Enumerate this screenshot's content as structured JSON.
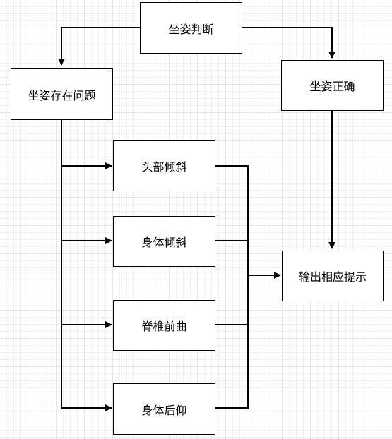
{
  "diagram": {
    "nodes": {
      "root": "坐姿判断",
      "problem": "坐姿存在问题",
      "correct": "坐姿正确",
      "head_tilt": "头部倾斜",
      "body_tilt": "身体倾斜",
      "spine_flexion": "脊椎前曲",
      "body_lean_back": "身体后仰",
      "output": "输出相应提示"
    },
    "edges": [
      {
        "from": "root",
        "to": "problem"
      },
      {
        "from": "root",
        "to": "correct"
      },
      {
        "from": "problem",
        "to": "head_tilt"
      },
      {
        "from": "problem",
        "to": "body_tilt"
      },
      {
        "from": "problem",
        "to": "spine_flexion"
      },
      {
        "from": "problem",
        "to": "body_lean_back"
      },
      {
        "from": "head_tilt",
        "to": "output"
      },
      {
        "from": "body_tilt",
        "to": "output"
      },
      {
        "from": "spine_flexion",
        "to": "output"
      },
      {
        "from": "body_lean_back",
        "to": "output"
      },
      {
        "from": "correct",
        "to": "output"
      }
    ]
  }
}
